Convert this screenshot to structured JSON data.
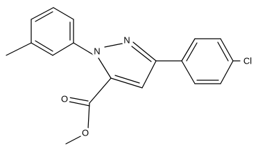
{
  "molecule": {
    "atoms": {
      "n1": "N",
      "n2": "N",
      "o_carbonyl": "O",
      "o_ester": "O",
      "cl": "Cl"
    },
    "colors": {
      "bond": "#000000",
      "label": "#000000",
      "background": "#ffffff"
    }
  }
}
